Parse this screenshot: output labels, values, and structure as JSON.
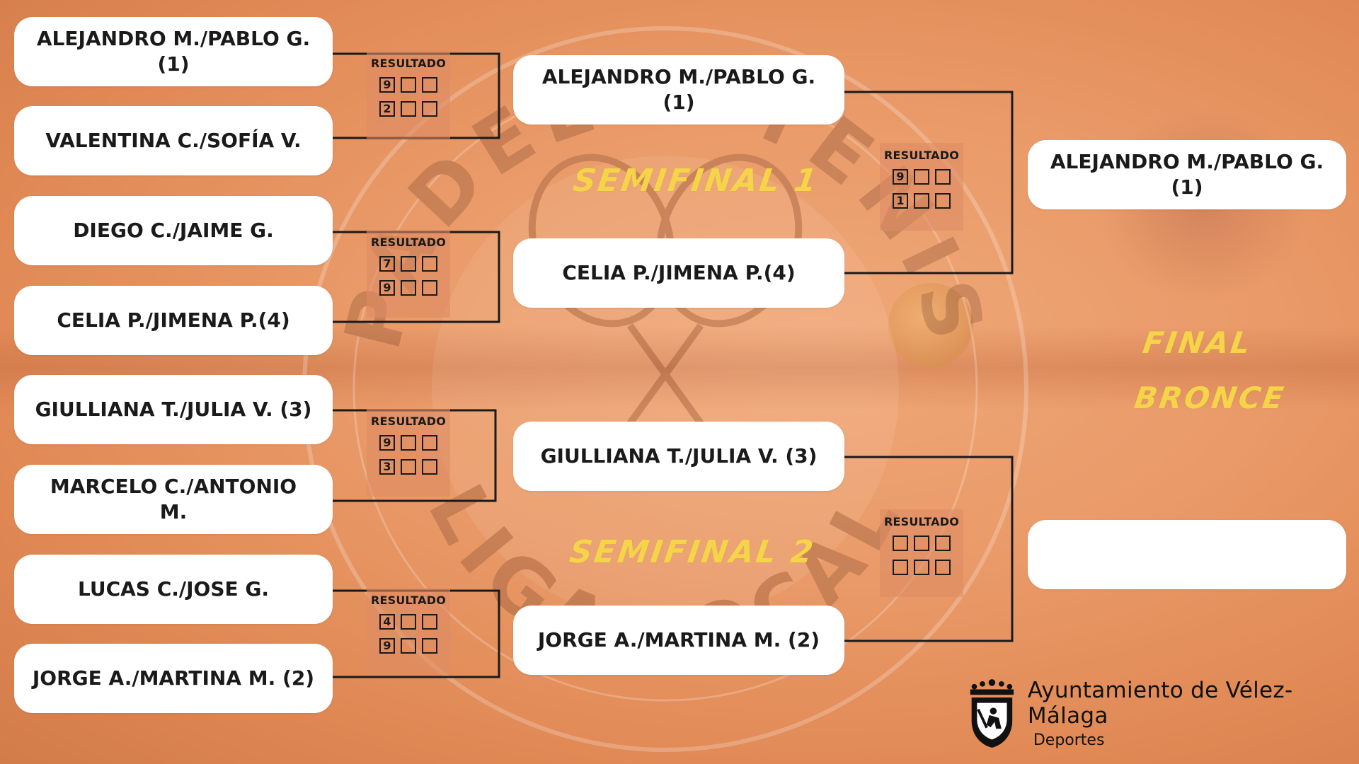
{
  "watermark": {
    "arc_top": "PADEL Y TENIS",
    "arc_bottom": "LIGA LOCAL"
  },
  "quarterfinals": [
    {
      "team1": "ALEJANDRO M./PABLO G. (1)",
      "team2": "VALENTINA C./SOFÍA V.",
      "result_label": "RESULTADO",
      "score1": [
        "9",
        "",
        ""
      ],
      "score2": [
        "2",
        "",
        ""
      ]
    },
    {
      "team1": "DIEGO C./JAIME G.",
      "team2": "CELIA P./JIMENA P.(4)",
      "result_label": "RESULTADO",
      "score1": [
        "7",
        "",
        ""
      ],
      "score2": [
        "9",
        "",
        ""
      ]
    },
    {
      "team1": "GIULLIANA T./JULIA V. (3)",
      "team2": "MARCELO C./ANTONIO M.",
      "result_label": "RESULTADO",
      "score1": [
        "9",
        "",
        ""
      ],
      "score2": [
        "3",
        "",
        ""
      ]
    },
    {
      "team1": "LUCAS C./JOSE G.",
      "team2": "JORGE A./MARTINA M. (2)",
      "result_label": "RESULTADO",
      "score1": [
        "4",
        "",
        ""
      ],
      "score2": [
        "9",
        "",
        ""
      ]
    }
  ],
  "semifinals": [
    {
      "label": "SEMIFINAL 1",
      "team1": "ALEJANDRO M./PABLO G. (1)",
      "team2": "CELIA P./JIMENA P.(4)",
      "result_label": "RESULTADO",
      "score1": [
        "9",
        "",
        ""
      ],
      "score2": [
        "1",
        "",
        ""
      ]
    },
    {
      "label": "SEMIFINAL 2",
      "team1": "GIULLIANA T./JULIA V. (3)",
      "team2": "JORGE A./MARTINA M. (2)",
      "result_label": "RESULTADO",
      "score1": [
        "",
        "",
        ""
      ],
      "score2": [
        "",
        "",
        ""
      ]
    }
  ],
  "finals": {
    "final_label": "FINAL",
    "bronze_label": "BRONCE",
    "final_winner": "ALEJANDRO M./PABLO G. (1)",
    "bronze_winner": ""
  },
  "sponsor": {
    "title": "Ayuntamiento de Vélez-Málaga",
    "subtitle": "Deportes"
  },
  "colors": {
    "box": "#ffffff",
    "line": "#1a1a1a",
    "round_label": "#f5d44a",
    "background": "#e99a68"
  }
}
